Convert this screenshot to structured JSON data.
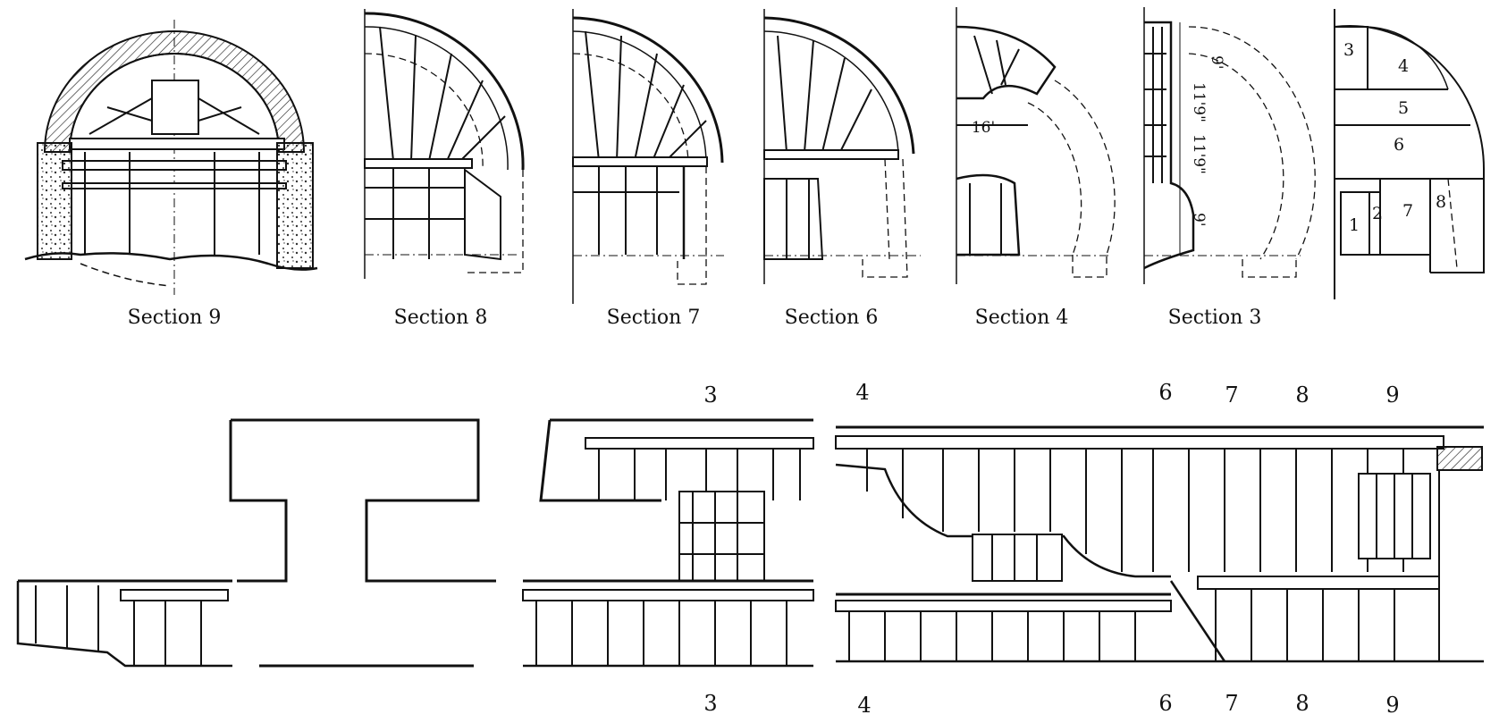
{
  "sections": [
    {
      "id": "s9",
      "caption": "Section 9"
    },
    {
      "id": "s8",
      "caption": "Section 8"
    },
    {
      "id": "s7",
      "caption": "Section 7"
    },
    {
      "id": "s6",
      "caption": "Section 6"
    },
    {
      "id": "s4",
      "caption": "Section 4"
    },
    {
      "id": "s3",
      "caption": "Section 3"
    }
  ],
  "dimensions": {
    "section4_width": "16'",
    "section3_upper": "11'9\"",
    "section3_middle": "11'9\"",
    "section3_lower": "9'",
    "section3_top": "9'"
  },
  "excavation_parts": [
    "1",
    "2",
    "3",
    "4",
    "5",
    "6",
    "7",
    "8"
  ],
  "longitudinal_markers": {
    "top": [
      "3",
      "4",
      "6",
      "7",
      "8",
      "9"
    ],
    "bottom": [
      "3",
      "4",
      "6",
      "7",
      "8",
      "9"
    ]
  }
}
